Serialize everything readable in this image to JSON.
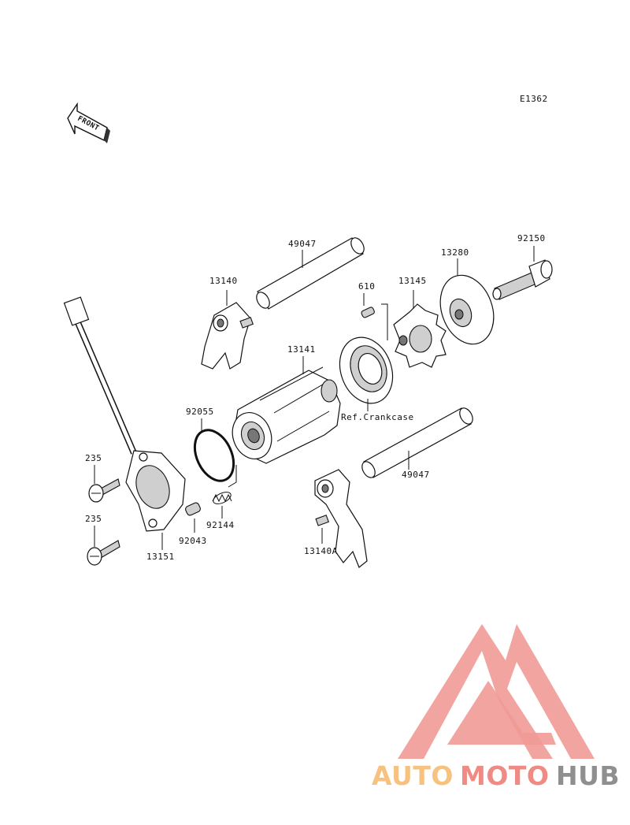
{
  "diagram": {
    "code": "E1362",
    "front_label": "FRONT",
    "ref_note": "Ref.Crankcase",
    "parts": {
      "p49047_top": "49047",
      "p49047_bottom": "49047",
      "p13140": "13140",
      "p13140A": "13140A",
      "p13141": "13141",
      "p13145": "13145",
      "p13280": "13280",
      "p92150": "92150",
      "p610": "610",
      "p92055": "92055",
      "p92144": "92144",
      "p92043": "92043",
      "p13151": "13151",
      "p235_top": "235",
      "p235_bottom": "235"
    }
  },
  "watermark": {
    "word_a": "AUTO",
    "word_b": "MOTO",
    "word_c": "HUB",
    "colors": {
      "triangle": "#f19a96",
      "auto": "#f7c27f",
      "moto": "#f08a84",
      "hub": "#8f8f8f"
    }
  }
}
